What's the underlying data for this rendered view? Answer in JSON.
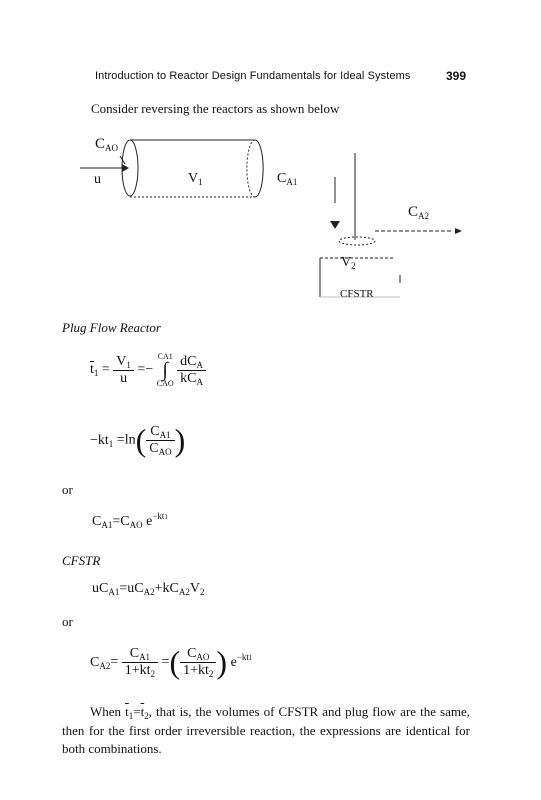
{
  "header": {
    "running_title": "Introduction to Reactor Design Fundamentals for Ideal Systems",
    "page_number": "399"
  },
  "intro": "Consider reversing the reactors as shown below",
  "figure": {
    "pfr_inlet_conc": "C",
    "pfr_inlet_conc_sub": "AO",
    "pfr_velocity": "u",
    "pfr_volume": "V",
    "pfr_volume_sub": "1",
    "pfr_outlet_conc": "C",
    "pfr_outlet_conc_sub": "A1",
    "cstr_outlet_conc": "C",
    "cstr_outlet_conc_sub": "A2",
    "cstr_volume": "V",
    "cstr_volume_sub": "2",
    "cstr_caption": "CFSTR"
  },
  "sections": {
    "plug_flow_heading": "Plug Flow Reactor",
    "or_1": "or",
    "cfstr_heading": "CFSTR",
    "or_2": "or"
  },
  "equations": {
    "eq1_lhs": "t",
    "eq1_lhs_sub": "1",
    "eq1_frac_num": "V",
    "eq1_frac_num_sub": "1",
    "eq1_frac_den": "u",
    "eq1_int_upper": "C",
    "eq1_int_upper_sub": "A1",
    "eq1_int_lower": "C",
    "eq1_int_lower_sub": "AO",
    "eq1_integrand_num": "dC",
    "eq1_integrand_num_sub": "A",
    "eq1_integrand_den": "kC",
    "eq1_integrand_den_sub": "A",
    "eq2_lhs": "−kt",
    "eq2_lhs_sub": "1",
    "eq2_fn": "ln",
    "eq2_num": "C",
    "eq2_num_sub": "A1",
    "eq2_den": "C",
    "eq2_den_sub": "AO",
    "eq3_lhs": "C",
    "eq3_lhs_sub": "A1",
    "eq3_rhs": "C",
    "eq3_rhs_sub": "AO",
    "eq3_exp_base": "e",
    "eq3_exp": "−kt",
    "eq3_exp_sub": "1",
    "eq4_a": "uC",
    "eq4_a_sub": "A1",
    "eq4_b": "uC",
    "eq4_b_sub": "A2",
    "eq4_c": "kC",
    "eq4_c_sub": "A2",
    "eq4_d": "V",
    "eq4_d_sub": "2",
    "eq5_lhs": "C",
    "eq5_lhs_sub": "A2",
    "eq5_f1_num": "C",
    "eq5_f1_num_sub": "A1",
    "eq5_f1_den": "1+kt",
    "eq5_f1_den_sub": "2",
    "eq5_f2_num": "C",
    "eq5_f2_num_sub": "AO",
    "eq5_f2_den": "1+kt",
    "eq5_f2_den_sub": "2",
    "eq5_exp_base": "e",
    "eq5_exp": "−kt",
    "eq5_exp_sub": "1"
  },
  "closing": {
    "when": "When",
    "t1": "t",
    "t1_sub": "1",
    "t2": "t",
    "t2_sub": "2",
    "rest": ", that is, the volumes of CFSTR and plug flow are the same, then for the first order irreversible reaction, the expressions are identical for both combinations."
  }
}
